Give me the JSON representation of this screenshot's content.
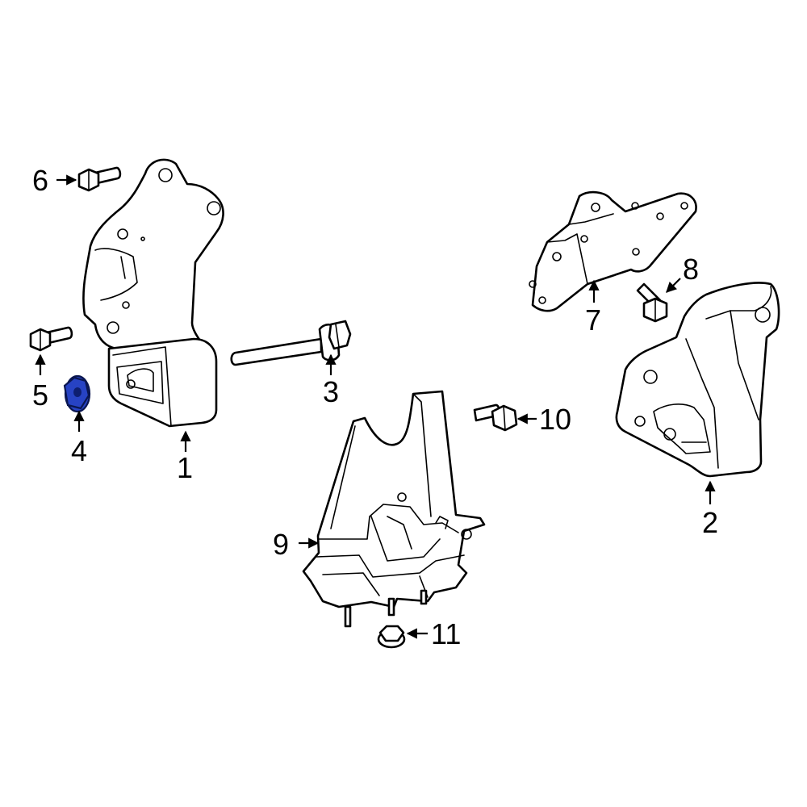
{
  "colors": {
    "highlight": "#2743c4",
    "line": "#000000",
    "background": "#ffffff"
  },
  "highlighted_part": "4",
  "callouts": {
    "c1": "1",
    "c2": "2",
    "c3": "3",
    "c4": "4",
    "c5": "5",
    "c6": "6",
    "c7": "7",
    "c8": "8",
    "c9": "9",
    "c10": "10",
    "c11": "11"
  }
}
